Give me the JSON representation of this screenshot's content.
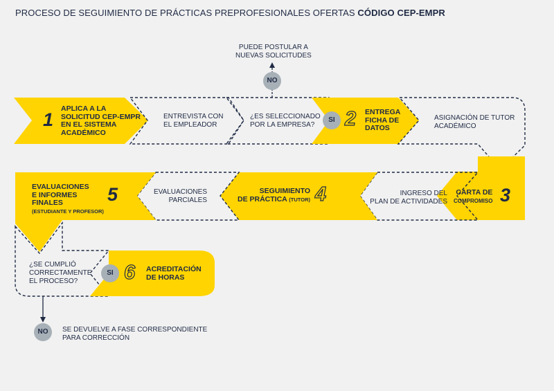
{
  "title": {
    "prefix": "PROCESO DE SEGUIMIENTO DE PRÁCTICAS PREPROFESIONALES OFERTAS ",
    "code": "CÓDIGO CEP-EMPR"
  },
  "colors": {
    "yellow": "#ffd400",
    "navy": "#1f2a44",
    "circle": "#a7b0b7",
    "background": "#f1f1f1"
  },
  "steps": {
    "s1": {
      "num": "1",
      "lines": [
        "APLICA A LA",
        "SOLICITUD CEP-EMPR",
        "EN EL SISTEMA",
        "ACADÉMICO"
      ]
    },
    "s2": {
      "num": "2",
      "lines": [
        "ENTREGA",
        "FICHA DE",
        "DATOS"
      ]
    },
    "s3": {
      "num": "3",
      "lines": [
        "CARTA DE",
        "COMPROMISO"
      ]
    },
    "s4": {
      "num": "4",
      "line1": "SEGUIMIENTO",
      "line2": "DE PRÁCTICA",
      "note": "(TUTOR)"
    },
    "s5": {
      "num": "5",
      "lines": [
        "EVALUACIONES",
        "E INFORMES",
        "FINALES"
      ],
      "note": "(ESTUDIANTE Y PROFESOR)"
    },
    "s6": {
      "num": "6",
      "lines": [
        "ACREDITACIÓN",
        "DE HORAS"
      ]
    }
  },
  "dashed": {
    "entrevista": [
      "ENTREVISTA CON",
      "EL EMPLEADOR"
    ],
    "seleccionado": [
      "¿ES SELECCIONADO",
      "POR LA EMPRESA?"
    ],
    "tutor": [
      "ASIGNACIÓN DE TUTOR",
      "ACADÉMICO"
    ],
    "ingreso": [
      "INGRESO DEL",
      "PLAN DE ACTIVIDADES"
    ],
    "parciales": [
      "EVALUACIONES",
      "PARCIALES"
    ],
    "cumplio": [
      "¿SE CUMPLIÓ",
      "CORRECTAMENTE",
      "EL PROCESO?"
    ]
  },
  "decisions": {
    "si": "SI",
    "no": "NO"
  },
  "notes": {
    "postular": [
      "PUEDE POSTULAR A",
      "NUEVAS SOLICITUDES"
    ],
    "devuelve": [
      "SE DEVUELVE A FASE CORRESPONDIENTE",
      "PARA CORRECCIÓN"
    ]
  }
}
